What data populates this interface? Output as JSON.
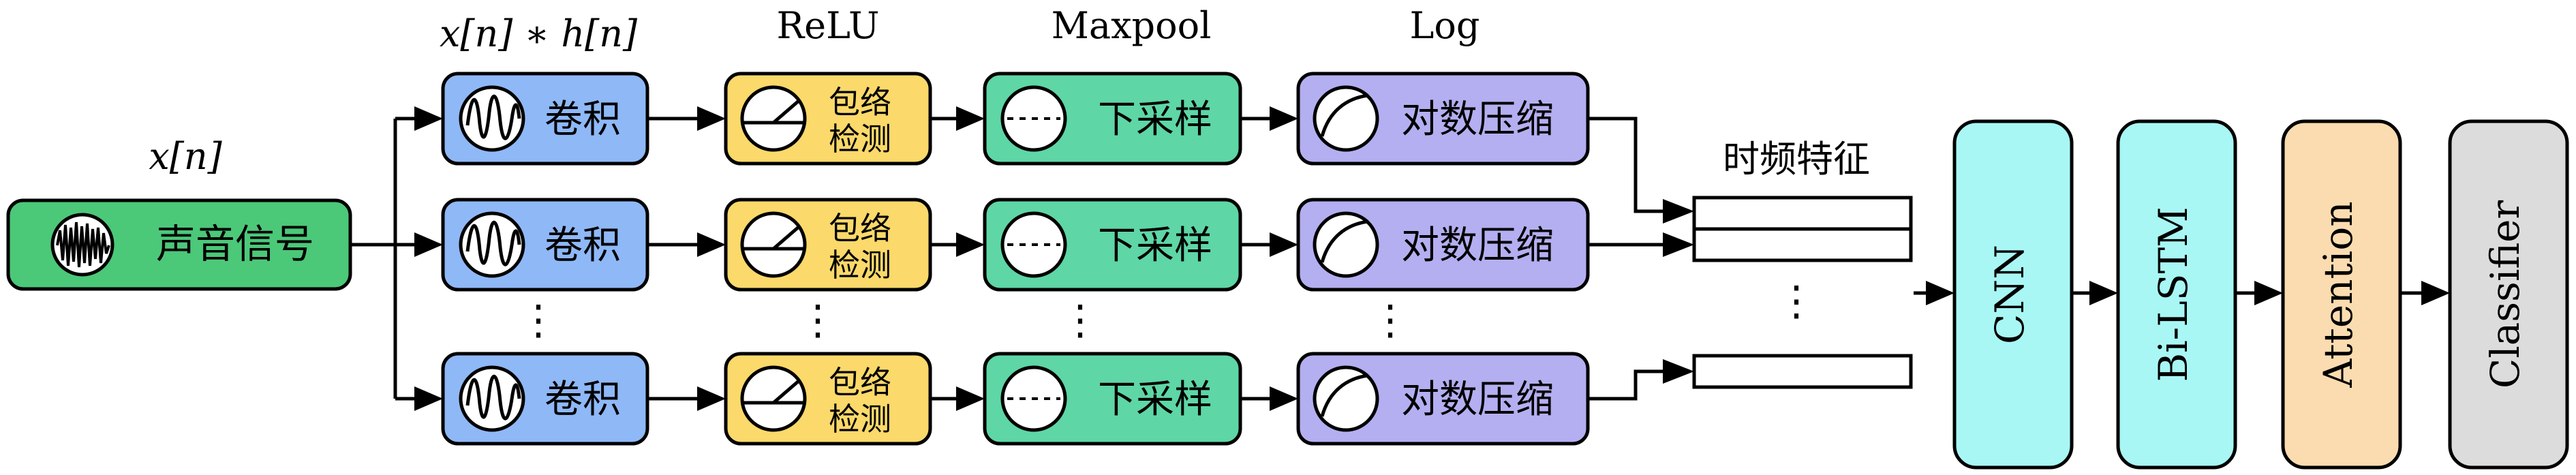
{
  "labels": {
    "input_signal": "x[n]",
    "conv_header": "x[n] ∗ h[n]",
    "relu_header": "ReLU",
    "maxpool_header": "Maxpool",
    "log_header": "Log",
    "feature_header": "时频特征"
  },
  "source_box": {
    "label": "声音信号",
    "color": "#4cc879"
  },
  "channels": [
    {
      "conv": "卷积",
      "envelope": [
        "包络",
        "检测"
      ],
      "downsample": "下采样",
      "logcomp": "对数压缩"
    },
    {
      "conv": "卷积",
      "envelope": [
        "包络",
        "检测"
      ],
      "downsample": "下采样",
      "logcomp": "对数压缩"
    },
    {
      "conv": "卷积",
      "envelope": [
        "包络",
        "检测"
      ],
      "downsample": "下采样",
      "logcomp": "对数压缩"
    }
  ],
  "ellipsis": "⋮",
  "stage_colors": {
    "conv": "#8fb8f7",
    "envelope": "#fbd96a",
    "downsample": "#5ed6a6",
    "logcomp": "#b4aff0"
  },
  "network": [
    {
      "label": "CNN",
      "color": "#a8f7f5"
    },
    {
      "label": "Bi-LSTM",
      "color": "#a8f7f5"
    },
    {
      "label": "Attention",
      "color": "#fbdcb0"
    },
    {
      "label": "Classifier",
      "color": "#dcdcdc"
    }
  ],
  "icons": {
    "source": "noise-waveform-icon",
    "conv": "wave-icon",
    "envelope": "envelope-gauge-icon",
    "downsample": "dotted-line-icon",
    "logcomp": "log-curve-icon"
  }
}
